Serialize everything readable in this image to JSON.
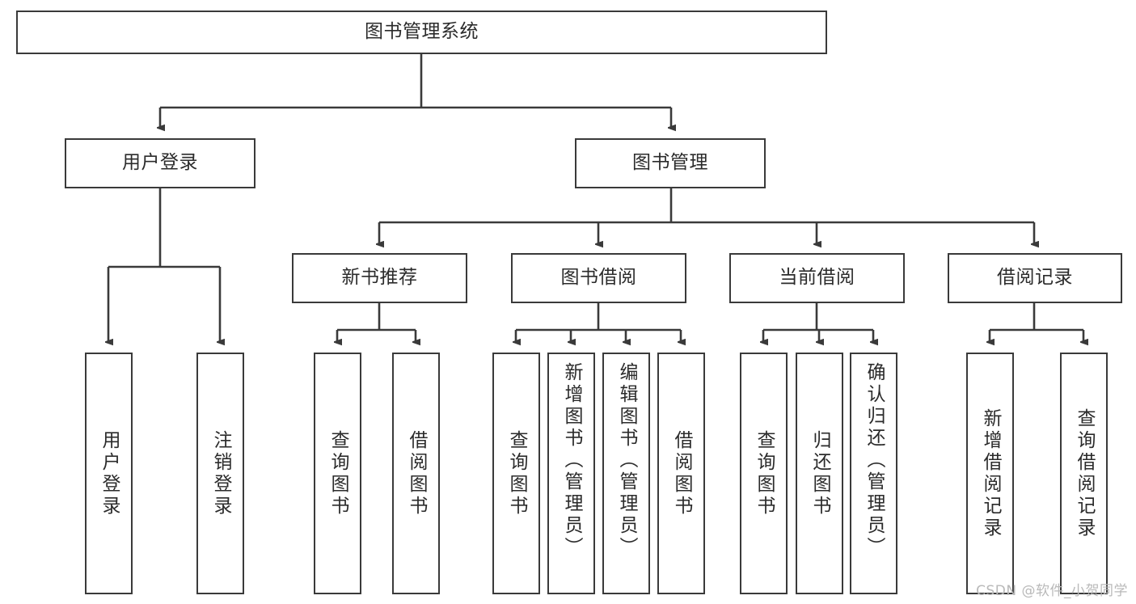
{
  "diagram": {
    "type": "tree-hierarchy-chart",
    "title": "图书管理系统",
    "line_color": "#3a3a3a",
    "box_fill": "#ffffff",
    "text_color": "#2b2b2b",
    "levels": 4,
    "root": {
      "id": "root",
      "label": "图书管理系统",
      "orientation": "horizontal"
    },
    "level2": [
      {
        "id": "user-login",
        "label": "用户登录",
        "orientation": "horizontal"
      },
      {
        "id": "book-manage",
        "label": "图书管理",
        "orientation": "horizontal"
      }
    ],
    "level3": [
      {
        "id": "new-book-recommend",
        "label": "新书推荐",
        "orientation": "horizontal",
        "parent": "book-manage"
      },
      {
        "id": "book-borrow",
        "label": "图书借阅",
        "orientation": "horizontal",
        "parent": "book-manage"
      },
      {
        "id": "current-borrow",
        "label": "当前借阅",
        "orientation": "horizontal",
        "parent": "book-manage"
      },
      {
        "id": "borrow-record",
        "label": "借阅记录",
        "orientation": "horizontal",
        "parent": "book-manage"
      }
    ],
    "leaves": {
      "user_login": [
        {
          "id": "leaf-user-login",
          "label": "用户登录"
        },
        {
          "id": "leaf-logout-login",
          "label": "注销登录"
        }
      ],
      "new_book_recommend": [
        {
          "id": "leaf-query-book-1",
          "label": "查询图书"
        },
        {
          "id": "leaf-borrow-book-1",
          "label": "借阅图书"
        }
      ],
      "book_borrow": [
        {
          "id": "leaf-query-book-2",
          "label": "查询图书"
        },
        {
          "id": "leaf-add-book",
          "label": "新增图书（管理员）"
        },
        {
          "id": "leaf-edit-book",
          "label": "编辑图书（管理员）"
        },
        {
          "id": "leaf-borrow-book-2",
          "label": "借阅图书"
        }
      ],
      "current_borrow": [
        {
          "id": "leaf-query-book-3",
          "label": "查询图书"
        },
        {
          "id": "leaf-return-book",
          "label": "归还图书"
        },
        {
          "id": "leaf-confirm-return",
          "label": "确认归还（管理员）"
        }
      ],
      "borrow_record": [
        {
          "id": "leaf-add-record",
          "label": "新增借阅记录"
        },
        {
          "id": "leaf-query-record",
          "label": "查询借阅记录"
        }
      ]
    }
  },
  "watermark": {
    "text": "CSDN @软件_小贺同学"
  }
}
